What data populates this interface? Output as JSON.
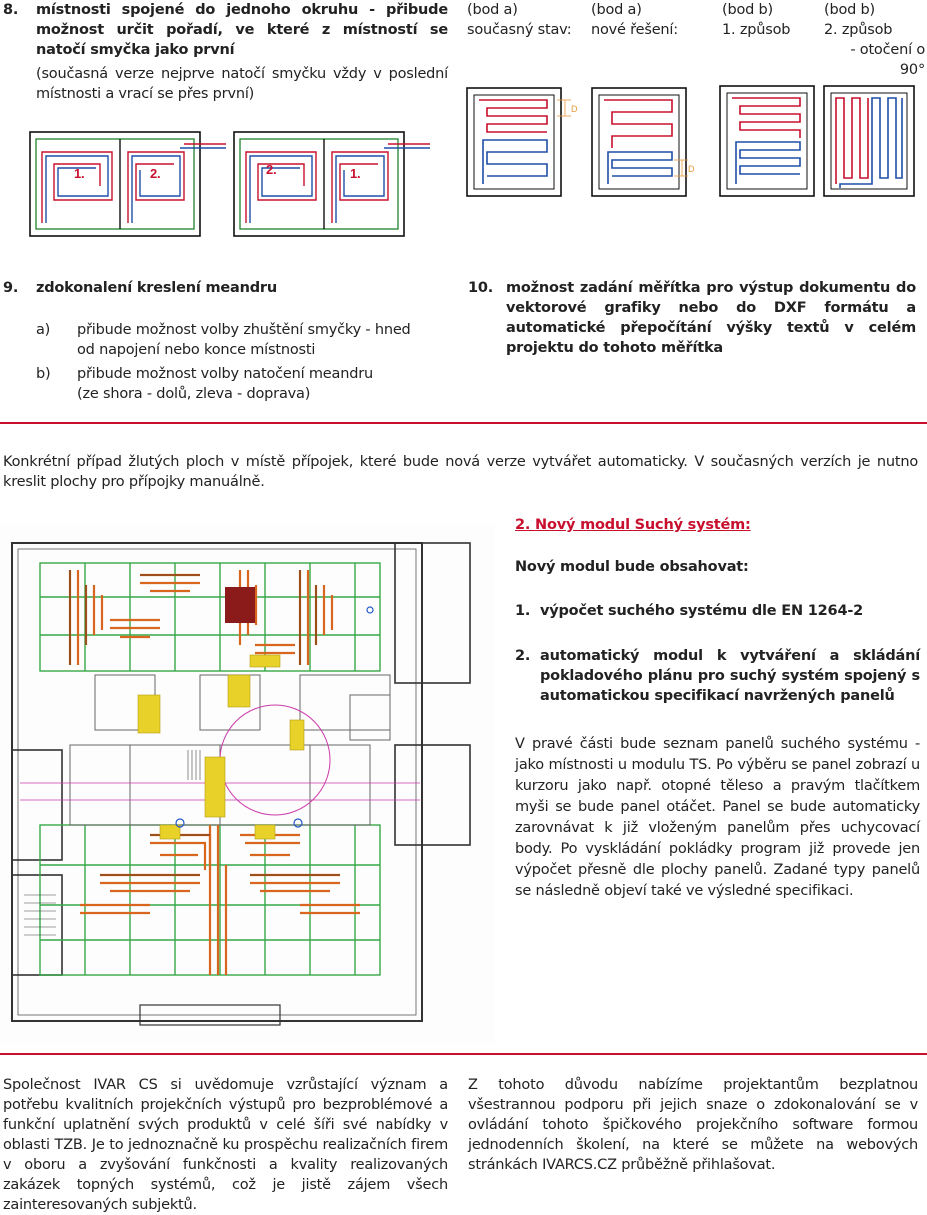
{
  "item8": {
    "number": "8.",
    "title": "místnosti spojené do jednoho okruhu - přibude možnost určit pořadí, ve které z místností se natočí smyčka jako první",
    "note": "(současná verze nejprve natočí smyčku vždy v poslední místnosti a vrací se přes první)",
    "diagram1_labels": [
      "1.",
      "2."
    ],
    "diagram2_labels": [
      "2.",
      "1."
    ]
  },
  "diagrams_top": [
    {
      "line1": "(bod a)",
      "line2": "současný stav:",
      "line3": ""
    },
    {
      "line1": "(bod a)",
      "line2": "nové řešení:",
      "line3": ""
    },
    {
      "line1": "(bod b)",
      "line2": "1. způsob",
      "line3": ""
    },
    {
      "line1": "(bod b)",
      "line2": "2. způsob",
      "line3": "- otočení o 90°"
    }
  ],
  "dim_label": "D",
  "item9": {
    "number": "9.",
    "title": "zdokonalení kreslení meandru",
    "options": [
      {
        "key": "a)",
        "text": "přibude možnost volby zhuštění smyčky - hned od napojení nebo konce místnosti"
      },
      {
        "key": "b)",
        "text": "přibude možnost volby natočení meandru (ze shora - dolů, zleva - doprava)"
      }
    ]
  },
  "item10": {
    "number": "10.",
    "title": "možnost zadání měřítka pro výstup dokumentu do vektorové grafiky nebo do DXF formátu a automatické přepočítání výšky textů v celém projektu do tohoto měřítka"
  },
  "intro_paragraph": "Konkrétní případ žlutých ploch v místě přípojek, které bude nová verze vytvářet automaticky. V současných verzích je nutno kreslit plochy pro přípojky manuálně.",
  "module": {
    "heading": "2. Nový modul Suchý systém:",
    "subheading": "Nový modul bude obsahovat:",
    "items": [
      {
        "num": "1.",
        "text": "výpočet suchého systému dle EN 1264-2"
      },
      {
        "num": "2.",
        "text": "automatický modul k vytváření a skládání pokladového plánu pro suchý systém spojený s automatickou specifikací navržených panelů"
      }
    ],
    "paragraph": "V pravé části bude seznam panelů suchého systému - jako místnosti u modulu TS. Po výběru se panel zobrazí u kurzoru jako např. otopné těleso a pravým tlačítkem myši se bude panel otáčet. Panel se bude automaticky zarovnávat k již vloženým panelům přes uchycovací body. Po vyskládání pokládky program již provede jen výpočet přesně dle plochy panelů. Zadané typy panelů se následně objeví také ve výsledné specifikaci."
  },
  "footer": {
    "left": "Společnost IVAR CS si uvědomuje vzrůstající význam a potřebu kvalitních projekčních výstupů pro bezproblémové a funkční uplatnění svých produktů v celé šíři své nabídky v oblasti TZB. Je to jednoznačně ku prospěchu realizačních firem v oboru a zvyšování funkčnosti a kvality realizovaných zakázek topných systémů, což je jistě zájem všech zainteresovaných subjektů.",
    "right": "Z tohoto důvodu nabízíme projektantům bezplatnou všestrannou podporu při jejich snaze o zdokonalování se v ovládání tohoto špičkového projekčního software formou jednodenních školení, na které se můžete na webových stránkách IVARCS.CZ průběžně přihlašovat."
  },
  "colors": {
    "red": "#c8102e",
    "blue": "#1f4fa8",
    "green": "#2e8b3a",
    "yellow": "#e8d22a",
    "heading_red": "#c8102e"
  }
}
